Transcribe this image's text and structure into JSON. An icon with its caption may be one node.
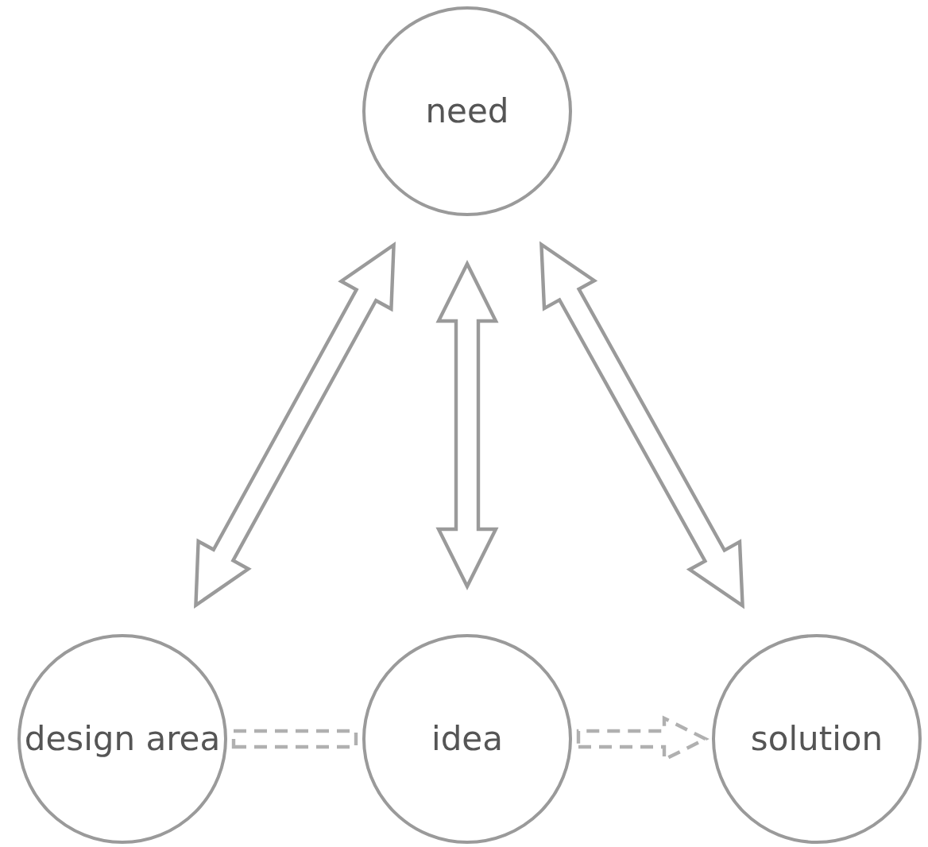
{
  "diagram": {
    "nodes": [
      {
        "text": [
          "need"
        ]
      },
      {
        "text": [
          "design area"
        ]
      },
      {
        "text": [
          "idea"
        ]
      },
      {
        "text": [
          "solution"
        ]
      }
    ],
    "edges": [
      {
        "from": 0,
        "to": 1,
        "arrow": "both"
      },
      {
        "from": 0,
        "to": 2,
        "arrow": "both"
      },
      {
        "from": 0,
        "to": 3,
        "arrow": "both"
      },
      {
        "from": 1,
        "to": 2,
        "arrow": "none",
        "style": "dashed"
      },
      {
        "from": 2,
        "to": 3,
        "arrow": "to",
        "style": "dashed"
      }
    ]
  }
}
